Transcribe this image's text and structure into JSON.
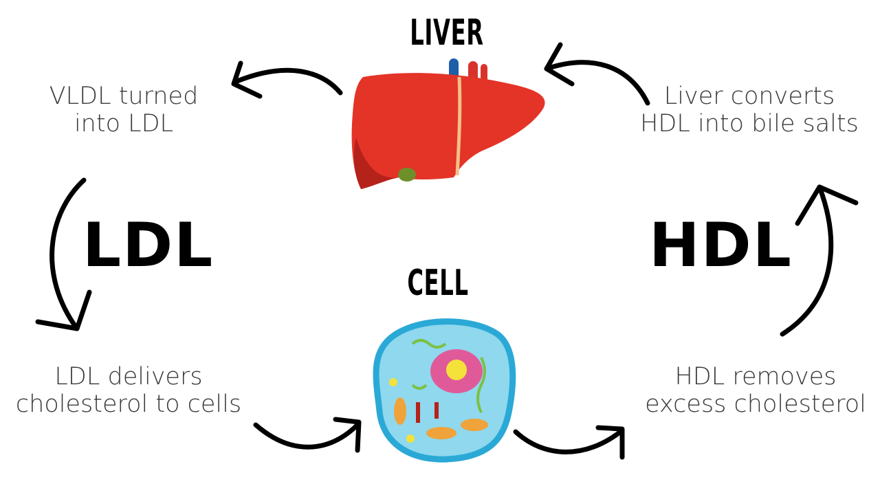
{
  "titles": {
    "liver": "LIVER",
    "cell": "CELL"
  },
  "labels": {
    "ldl": "LDL",
    "hdl": "HDL"
  },
  "notes": {
    "vldl": [
      "VLDL turned",
      "into LDL"
    ],
    "liver_converts": [
      "Liver converts",
      "HDL into bile salts"
    ],
    "ldl_delivers": [
      "LDL delivers",
      "cholesterol to cells"
    ],
    "hdl_removes": [
      "HDL removes",
      "excess cholesterol"
    ]
  },
  "illustrations": {
    "liver": "liver-icon",
    "cell": "cell-icon"
  },
  "colors": {
    "liver": "#e43427",
    "liver_dark": "#b5221a",
    "gallbladder": "#6f8f2a",
    "vein_blue": "#1e5fa8",
    "artery_red": "#d8332b",
    "cell_membrane": "#2aa9d6",
    "cytoplasm": "#8fd8ee",
    "nucleus": "#e05a9a",
    "nucleolus": "#f4e23a",
    "organelle_green": "#7bc142",
    "organelle_orange": "#f0a33a"
  }
}
